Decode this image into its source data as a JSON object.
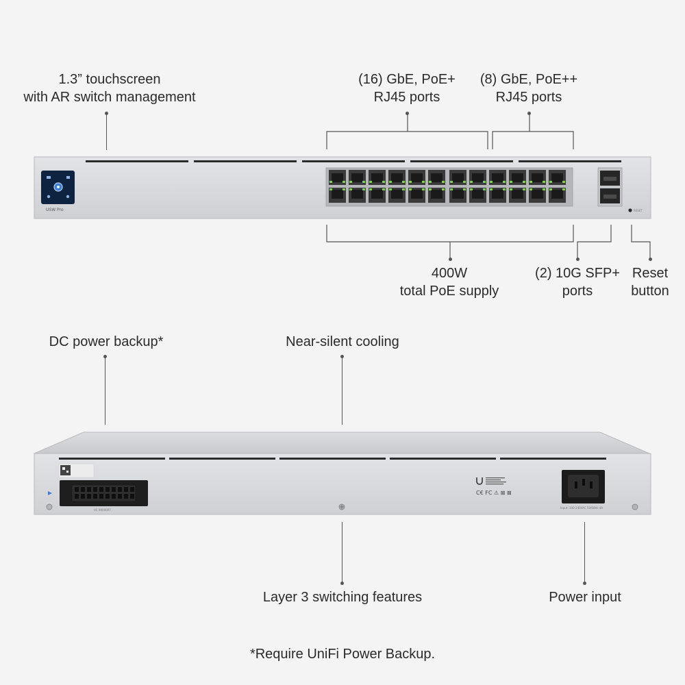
{
  "front_labels": {
    "touchscreen": [
      "1.3” touchscreen",
      "with AR switch management"
    ],
    "poe_plus": [
      "(16) GbE, PoE+",
      "RJ45 ports"
    ],
    "poe_plusplus": [
      "(8) GbE, PoE++",
      "RJ45 ports"
    ],
    "poe_supply": [
      "400W",
      "total PoE supply"
    ],
    "sfp": [
      "(2) 10G SFP+",
      "ports"
    ],
    "reset": [
      "Reset",
      "button"
    ]
  },
  "front_panel": {
    "model_badge": "USW Pro",
    "reset_text": "RESET"
  },
  "rear_labels": {
    "dc_backup": "DC power backup*",
    "cooling": "Near-silent cooling",
    "layer3": "Layer 3 switching features",
    "power_input": "Power input"
  },
  "rear_panel": {
    "connector_code": "UC 9400007",
    "power_rating": "Input: 100-240VAC 50/60Hz 4A"
  },
  "footnote": "*Require UniFi Power Backup.",
  "colors": {
    "chassis": "#d6d7da",
    "screen": "#0d2340",
    "screen_accent": "#3b7fd9",
    "port_led": "#7ad34b",
    "background": "#f4f4f4"
  }
}
